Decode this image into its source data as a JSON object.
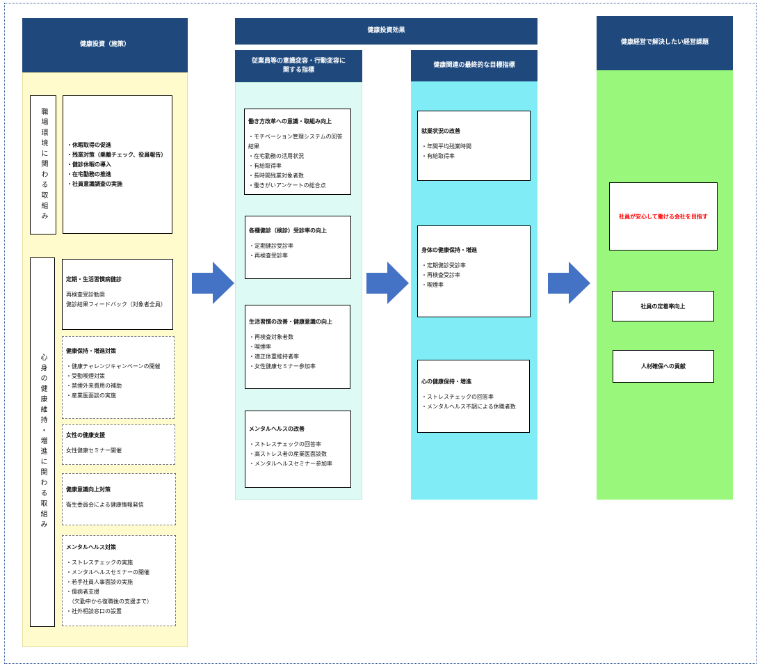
{
  "headers": {
    "policy": "健康投資（施策）",
    "effects": "健康投資効果",
    "awareness": [
      "従業員等の意識変容・行動変容に",
      "関する指標"
    ],
    "final": "健康関連の最終的な目標指標",
    "issues": "健康経営で解決したい経営課題"
  },
  "policy": {
    "workplace_label": "職場環境に関わる取組み",
    "workplace_items": [
      "・休暇取得の促進",
      "・残業対策（乗離チェック、役員報告）",
      "・健診休暇の導入",
      "・在宅勤務の推進",
      "・社員意識調査の実施"
    ],
    "health_label": "心身の健康維持・増進に関わる取組み",
    "boxes": [
      {
        "title": "定期・生活習慣病健診",
        "items": [
          "再検査受診勧奨",
          "健診結果フィードバック（対象者全員）"
        ]
      },
      {
        "title": "健康保持・増進対策",
        "items": [
          "・健康チャレンジキャンペーンの開催",
          "・受動喫煙対策",
          "・禁煙外来費用の補助",
          "・産業医面談の実施"
        ]
      },
      {
        "title": "女性の健康支援",
        "items": [
          "女性健康セミナー開催"
        ]
      },
      {
        "title": "健康意識向上対策",
        "items": [
          "衛生委員会による健康情報発信"
        ]
      },
      {
        "title": "メンタルヘルス対策",
        "items": [
          "・ストレスチェックの実施",
          "・メンタルヘルスセミナーの開催",
          "・若手社員人事面談の実施",
          "・傷病者支援",
          "　（欠勤中から復職後の支援まで）",
          "・社外相談窓口の設置"
        ]
      }
    ]
  },
  "awareness": [
    {
      "title": "働き方改革への意識・取組み向上",
      "items": [
        "・モチベーション管理システムの回答結果",
        "・在宅勤務の活用状況",
        "・有給取得率",
        "・長時間残業対象者数",
        "・働きがいアンケートの総合点"
      ]
    },
    {
      "title": "各種健診（検診）受診率の向上",
      "items": [
        "・定期健診受診率",
        "・再検査受診率"
      ]
    },
    {
      "title": "生活習慣の改善・健康意識の向上",
      "items": [
        "・再検査対象者数",
        "・喫煙率",
        "・適正体重維持者率",
        "・女性健康セミナー参加率"
      ]
    },
    {
      "title": "メンタルヘルスの改善",
      "items": [
        "・ストレスチェックの回答率",
        "・高ストレス者の産業医面談数",
        "・メンタルヘルスセミナー参加率"
      ]
    }
  ],
  "final": [
    {
      "title": "就業状況の改善",
      "items": [
        "・年間平均残業時間",
        "・有給取得率"
      ]
    },
    {
      "title": "身体の健康保持・増進",
      "items": [
        "・定期健診受診率",
        "・再検査受診率",
        "・喫煙率"
      ]
    },
    {
      "title": "心の健康保持・増進",
      "items": [
        "・ストレスチェックの回答率",
        "・メンタルヘルス不調による休職者数"
      ]
    }
  ],
  "issues": {
    "main": "社員が安心して働ける会社を目指す",
    "sub": [
      "社員の定着率向上",
      "人材確保への貢献"
    ]
  },
  "colors": {
    "header": "#1f497d",
    "policy_bg": "#fffbcc",
    "awareness_bg": "#ddfbf4",
    "final_bg": "#80ecf6",
    "issues_bg": "#99f77b",
    "arrow": "#4472c4",
    "highlight_text": "#ff0000"
  }
}
